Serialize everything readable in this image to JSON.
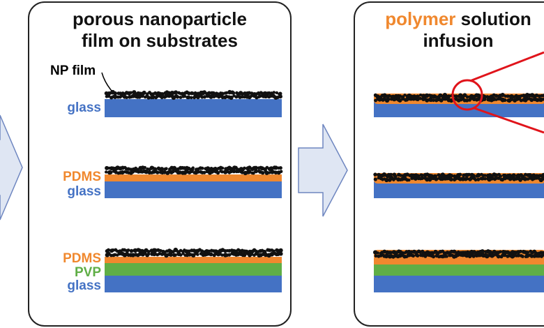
{
  "panels": {
    "left": {
      "title_line1": "porous nanoparticle",
      "title_line2": "film on substrates"
    },
    "right": {
      "title_accent": "polymer",
      "title_rest": " solution",
      "title_line2": "infusion"
    }
  },
  "labels": {
    "np_film": "NP film",
    "glass": "glass",
    "pdms": "PDMS",
    "pvp": "PVP"
  },
  "colors": {
    "glass": "#4472c4",
    "pdms": "#f0882e",
    "pvp": "#5fae46",
    "nanoparticle": "#111111",
    "arrow_fill": "#dfe6f3",
    "arrow_stroke": "#6e86c0",
    "zoom": "#e0141b"
  }
}
